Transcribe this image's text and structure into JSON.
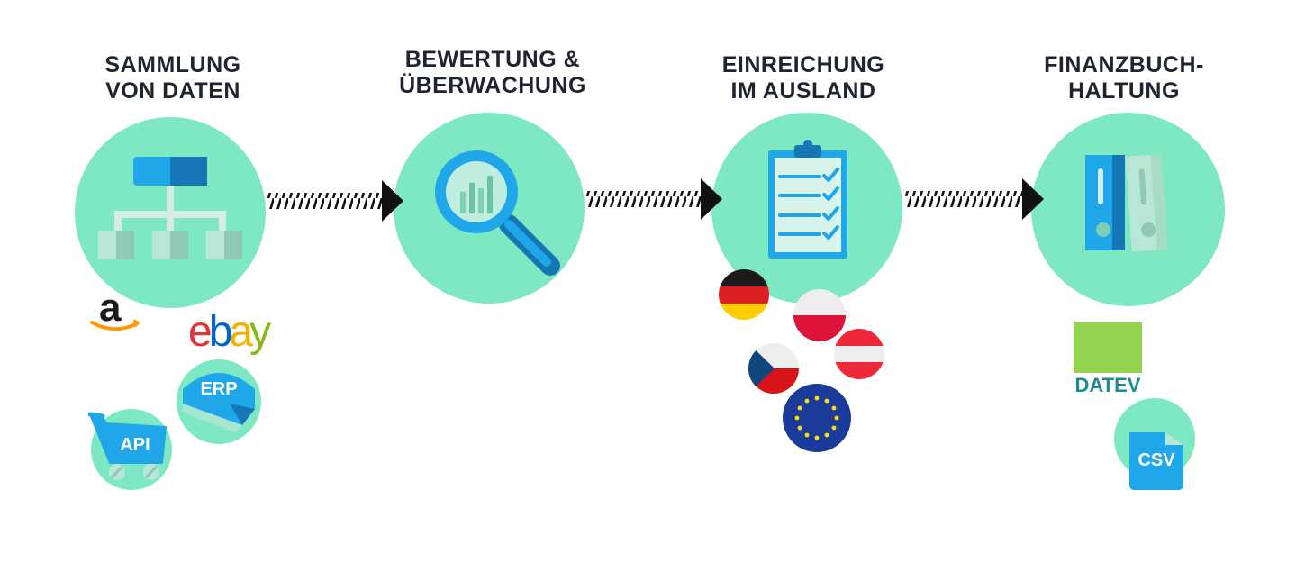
{
  "stages": [
    {
      "title_line1": "SAMMLUNG",
      "title_line2": "VON DATEN"
    },
    {
      "title_line1": "BEWERTUNG &",
      "title_line2": "ÜBERWACHUNG"
    },
    {
      "title_line1": "EINREICHUNG",
      "title_line2": "IM AUSLAND"
    },
    {
      "title_line1": "FINANZBUCH-",
      "title_line2": "HALTUNG"
    }
  ],
  "sources": {
    "amazon_letter": "a",
    "ebay": {
      "e": "e",
      "b": "b",
      "a": "a",
      "y": "y"
    },
    "erp_label": "ERP",
    "api_label": "API"
  },
  "flags": [
    "germany-flag",
    "poland-flag",
    "austria-flag",
    "czech-flag",
    "eu-flag"
  ],
  "accounting": {
    "datev_label": "DATEV",
    "csv_label": "CSV"
  },
  "colors": {
    "circle": "#7ee8c2",
    "title": "#1f2430",
    "accent_blue": "#1fa7ea",
    "dark_blue": "#1577b5",
    "arrow": "#111111",
    "datev_green": "#94d34d",
    "datev_text": "#1d8a8c"
  }
}
